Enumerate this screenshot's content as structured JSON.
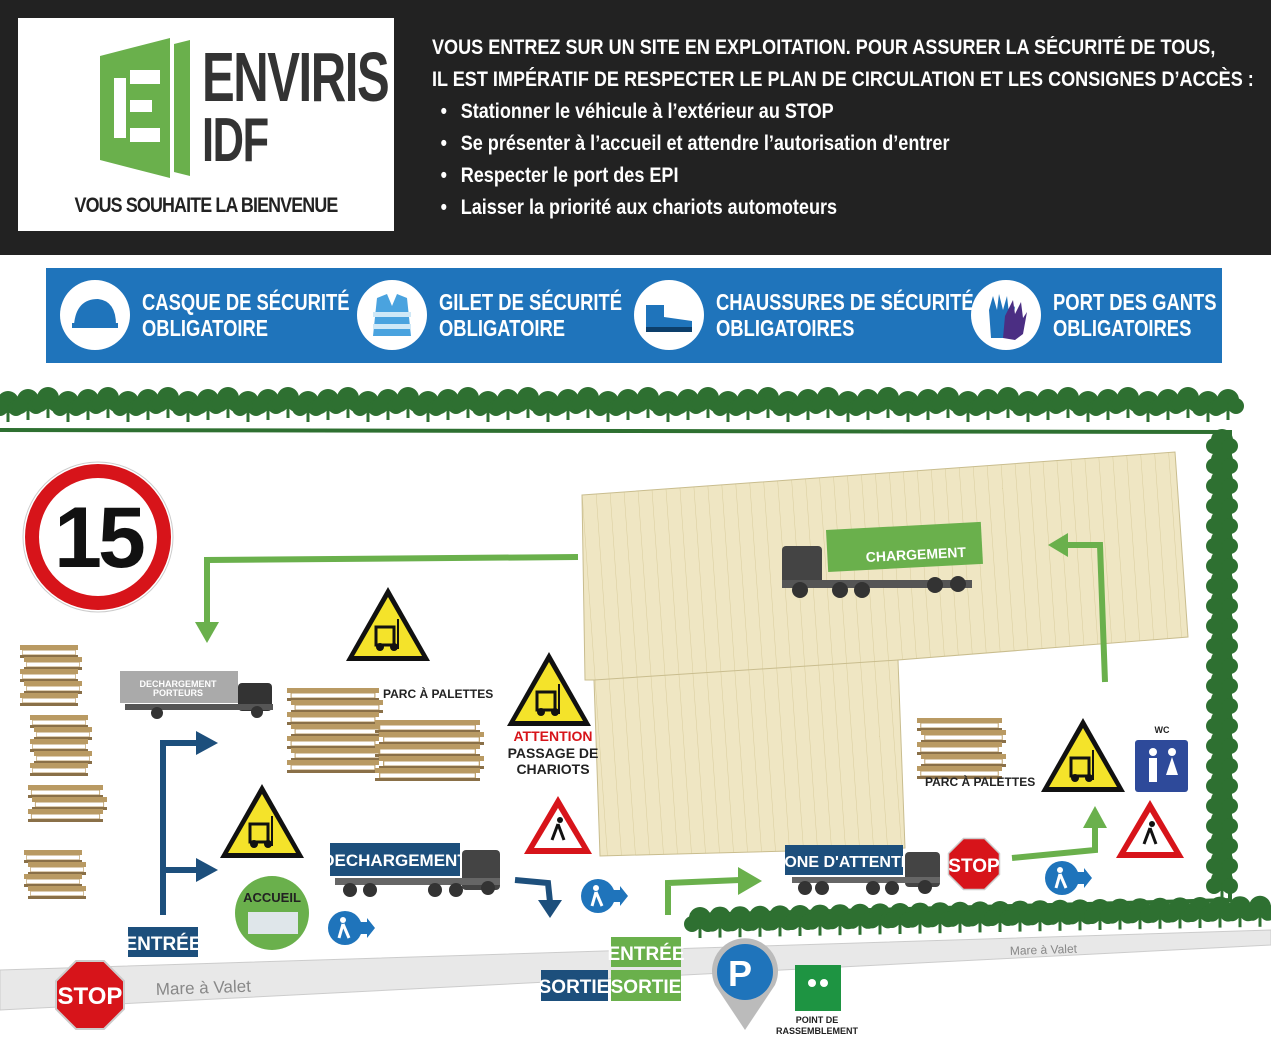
{
  "header": {
    "brand_line1": "ENVIRIS",
    "brand_line2": "IDF",
    "welcome": "VOUS SOUHAITE LA BIENVENUE",
    "intro_line1": "VOUS ENTREZ SUR UN SITE EN EXPLOITATION. POUR ASSURER LA SÉCURITÉ DE TOUS,",
    "intro_line2": "IL EST IMPÉRATIF DE RESPECTER LE PLAN DE CIRCULATION ET LES CONSIGNES D’ACCÈS :",
    "rules": [
      "Stationner le véhicule à l’extérieur au STOP",
      "Se présenter à l’accueil et attendre l’autorisation d’entrer",
      "Respecter le port des EPI",
      "Laisser la priorité aux chariots automoteurs"
    ]
  },
  "ppe": [
    {
      "line1": "CASQUE DE SÉCURITÉ",
      "line2": "OBLIGATOIRE",
      "icon": "helmet-icon"
    },
    {
      "line1": "GILET DE SÉCURITÉ",
      "line2": "OBLIGATOIRE",
      "icon": "vest-icon"
    },
    {
      "line1": "CHAUSSURES DE SÉCURITÉ",
      "line2": "OBLIGATOIRES",
      "icon": "boots-icon"
    },
    {
      "line1": "PORT DES GANTS",
      "line2": "OBLIGATOIRES",
      "icon": "gloves-icon"
    }
  ],
  "map": {
    "speed_limit": "15",
    "chargement": "CHARGEMENT",
    "dechargement_porteurs_1": "DECHARGEMENT",
    "dechargement_porteurs_2": "PORTEURS",
    "parc_palettes_left": "PARC À PALETTES",
    "parc_palettes_right": "PARC À PALETTES",
    "attention": "ATTENTION",
    "passage_1": "PASSAGE DE",
    "passage_2": "CHARIOTS",
    "dechargement": "DECHARGEMENT",
    "zone_attente": "ZONE D'ATTENTE",
    "accueil": "ACCUEIL",
    "entree_left": "ENTRÉE",
    "entree_center": "ENTRÉE",
    "sortie_blue": "SORTIE",
    "sortie_green": "SORTIE",
    "stop_left": "STOP",
    "stop_right": "STOP",
    "road_left": "Mare à Valet",
    "road_right": "Mare à Valet",
    "wc": "WC",
    "assembly_1": "POINT DE",
    "assembly_2": "RASSEMBLEMENT",
    "parking": "P"
  },
  "colors": {
    "green": "#6ab04c",
    "blue_band": "#1f74bb",
    "navy": "#1d4f7c",
    "tree": "#2e7031",
    "building": "#efe6c3",
    "stop": "#d7141a"
  }
}
